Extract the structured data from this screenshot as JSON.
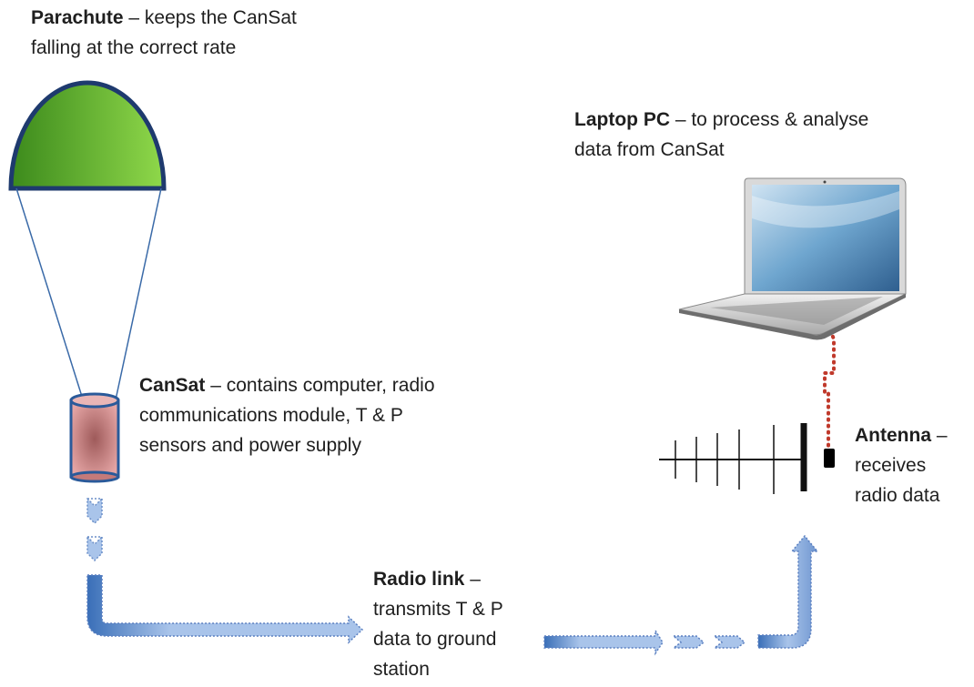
{
  "parachute": {
    "title": "Parachute",
    "desc_line1": " – keeps the CanSat",
    "desc_line2": "falling at the correct rate"
  },
  "laptop": {
    "title": "Laptop PC",
    "desc_line1": " – to process & analyse",
    "desc_line2": "data from CanSat"
  },
  "cansat": {
    "title": "CanSat",
    "desc_line1": " – contains computer, radio",
    "desc_line2": "communications module, T & P",
    "desc_line3": "sensors and power supply"
  },
  "antenna": {
    "title": "Antenna",
    "desc_line1": " –",
    "desc_line2": "receives",
    "desc_line3": "radio data"
  },
  "radio_link": {
    "title": "Radio link",
    "desc_line1": " –",
    "desc_line2": "transmits T & P",
    "desc_line3": "data to ground",
    "desc_line4": "station"
  },
  "colors": {
    "parachute_fill": "#6fbf3a",
    "arrow_fill": "#9fbde6",
    "arrow_dark": "#3a6fb8",
    "cable": "#c0392b",
    "cansat_fill": "#c98080"
  }
}
